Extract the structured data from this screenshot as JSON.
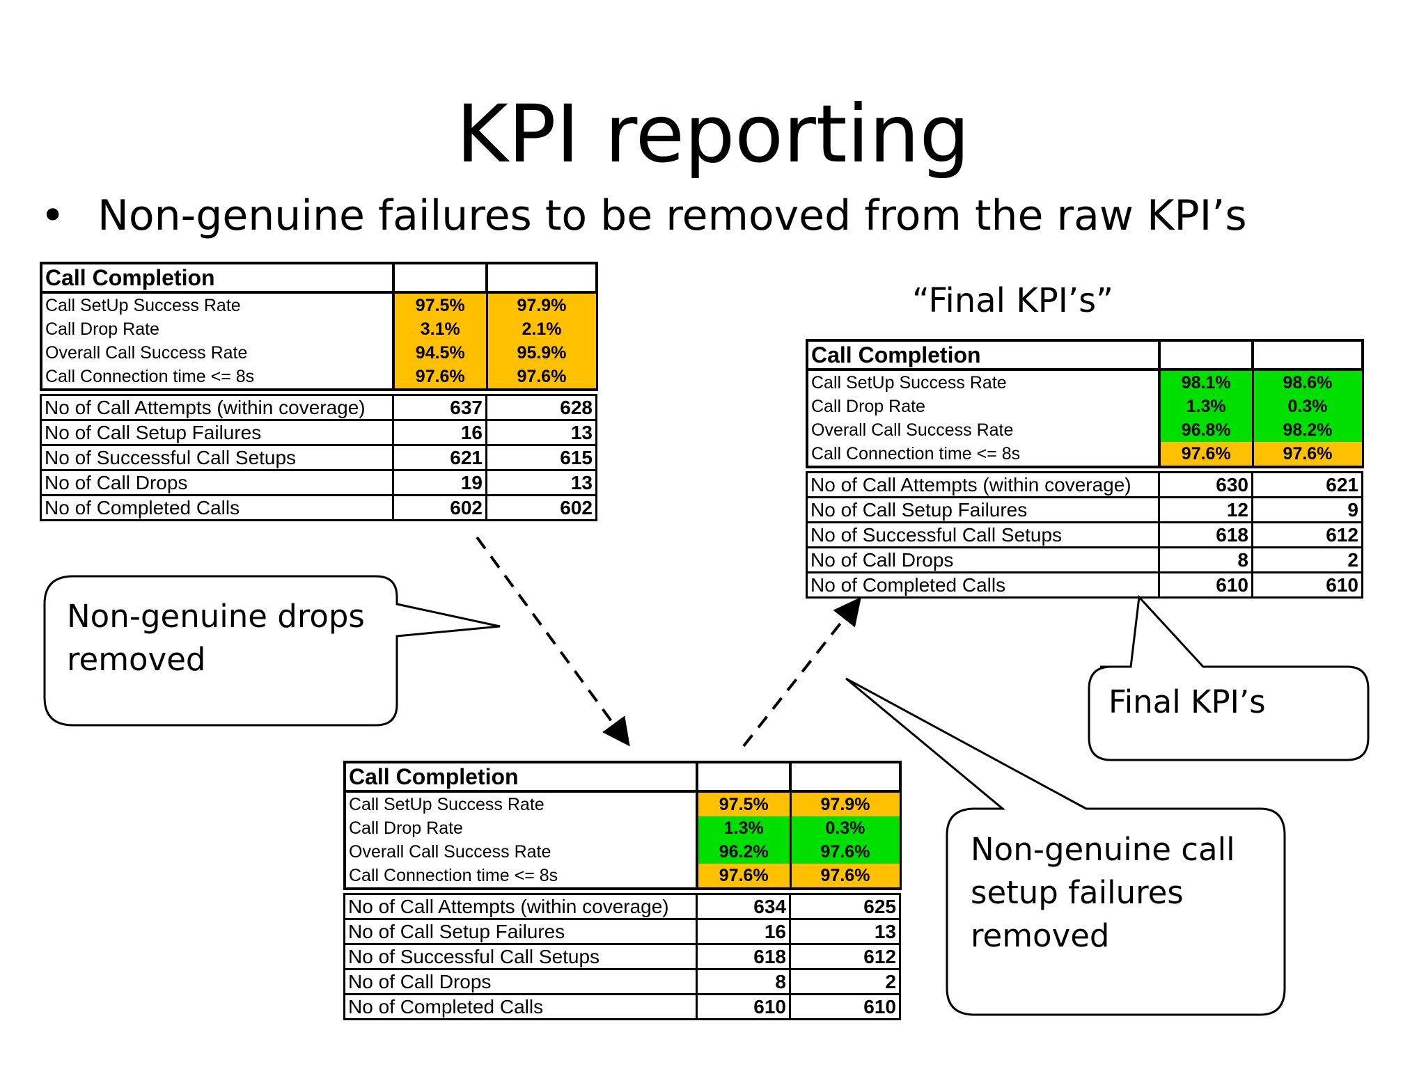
{
  "slide": {
    "title": "KPI reporting",
    "bullet_symbol": "•",
    "bullet_text": "Non-genuine failures to be removed from the raw KPI’s",
    "final_label": "“Final KPI’s”"
  },
  "colors": {
    "yellow": "#FFC000",
    "green": "#00E000",
    "white": "#FFFFFF",
    "black": "#000000"
  },
  "tables": {
    "raw": {
      "header": "Call Completion",
      "rates": [
        {
          "label": "Call SetUp Success Rate",
          "v1": "97.5%",
          "v2": "97.9%",
          "c1": "#FFC000",
          "c2": "#FFC000"
        },
        {
          "label": "Call Drop Rate",
          "v1": "3.1%",
          "v2": "2.1%",
          "c1": "#FFC000",
          "c2": "#FFC000"
        },
        {
          "label": "Overall Call Success Rate",
          "v1": "94.5%",
          "v2": "95.9%",
          "c1": "#FFC000",
          "c2": "#FFC000"
        },
        {
          "label": "Call Connection time <= 8s",
          "v1": "97.6%",
          "v2": "97.6%",
          "c1": "#FFC000",
          "c2": "#FFC000"
        }
      ],
      "counts": [
        {
          "label": "No of Call Attempts (within coverage)",
          "v1": "637",
          "v2": "628"
        },
        {
          "label": "No of Call Setup Failures",
          "v1": "16",
          "v2": "13"
        },
        {
          "label": "No of Successful Call Setups",
          "v1": "621",
          "v2": "615"
        },
        {
          "label": "No of Call Drops",
          "v1": "19",
          "v2": "13"
        },
        {
          "label": "No of Completed Calls",
          "v1": "602",
          "v2": "602"
        }
      ]
    },
    "final": {
      "header": "Call Completion",
      "rates": [
        {
          "label": "Call SetUp Success Rate",
          "v1": "98.1%",
          "v2": "98.6%",
          "c1": "#00E000",
          "c2": "#00E000"
        },
        {
          "label": "Call Drop Rate",
          "v1": "1.3%",
          "v2": "0.3%",
          "c1": "#00E000",
          "c2": "#00E000"
        },
        {
          "label": "Overall Call Success Rate",
          "v1": "96.8%",
          "v2": "98.2%",
          "c1": "#00E000",
          "c2": "#00E000"
        },
        {
          "label": "Call Connection time <= 8s",
          "v1": "97.6%",
          "v2": "97.6%",
          "c1": "#FFC000",
          "c2": "#FFC000"
        }
      ],
      "counts": [
        {
          "label": "No of Call Attempts (within coverage)",
          "v1": "630",
          "v2": "621"
        },
        {
          "label": "No of Call Setup Failures",
          "v1": "12",
          "v2": "9"
        },
        {
          "label": "No of Successful Call Setups",
          "v1": "618",
          "v2": "612"
        },
        {
          "label": "No of Call Drops",
          "v1": "8",
          "v2": "2"
        },
        {
          "label": "No of Completed Calls",
          "v1": "610",
          "v2": "610"
        }
      ]
    },
    "middle": {
      "header": "Call Completion",
      "rates": [
        {
          "label": "Call SetUp Success Rate",
          "v1": "97.5%",
          "v2": "97.9%",
          "c1": "#FFC000",
          "c2": "#FFC000"
        },
        {
          "label": "Call Drop Rate",
          "v1": "1.3%",
          "v2": "0.3%",
          "c1": "#00E000",
          "c2": "#00E000"
        },
        {
          "label": "Overall Call Success Rate",
          "v1": "96.2%",
          "v2": "97.6%",
          "c1": "#00E000",
          "c2": "#00E000"
        },
        {
          "label": "Call Connection time <= 8s",
          "v1": "97.6%",
          "v2": "97.6%",
          "c1": "#FFC000",
          "c2": "#FFC000"
        }
      ],
      "counts": [
        {
          "label": "No of Call Attempts (within coverage)",
          "v1": "634",
          "v2": "625"
        },
        {
          "label": "No of Call Setup Failures",
          "v1": "16",
          "v2": "13"
        },
        {
          "label": "No of Successful Call Setups",
          "v1": "618",
          "v2": "612"
        },
        {
          "label": "No of Call Drops",
          "v1": "8",
          "v2": "2"
        },
        {
          "label": "No of Completed Calls",
          "v1": "610",
          "v2": "610"
        }
      ]
    }
  },
  "callouts": {
    "drops": {
      "line1": "Non-genuine drops",
      "line2": "removed"
    },
    "final": {
      "line1": "Final KPI’s"
    },
    "setup": {
      "line1": "Non-genuine call",
      "line2": "setup failures",
      "line3": "removed"
    }
  }
}
